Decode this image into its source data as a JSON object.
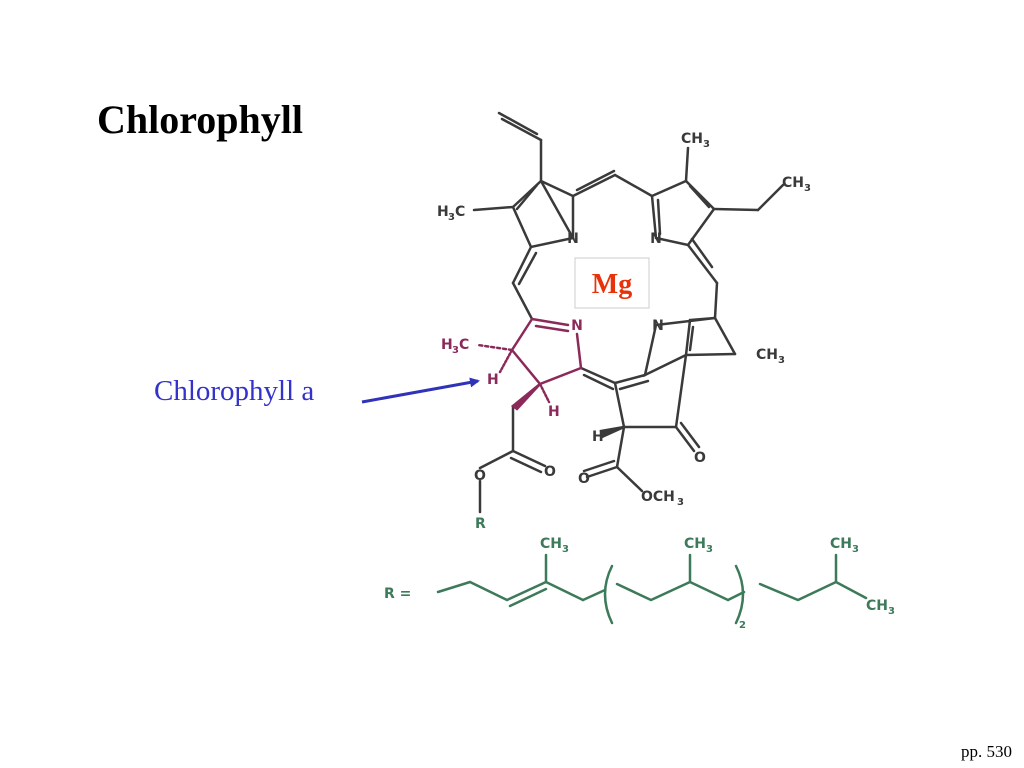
{
  "slide": {
    "title": "Chlorophyll",
    "caption": "Chlorophyll a",
    "page_ref": "pp. 530"
  },
  "molecule": {
    "metal": "Mg",
    "nitrogen": "N",
    "methyl": "CH",
    "methyl_left": "H",
    "methyl_left_c": "C",
    "sub3": "3",
    "hydrogen": "H",
    "oxygen": "O",
    "methoxy": "OCH",
    "r_group": "R",
    "r_equals": "R  =",
    "repeat": "2"
  },
  "colors": {
    "bond": "#3a3a3a",
    "highlight": "#8b2a5a",
    "mg_text": "#e8320a",
    "mg_border": "#cccccc",
    "arrow": "#2f33b8",
    "chain": "#3c7a5a",
    "caption": "#3333cc"
  }
}
